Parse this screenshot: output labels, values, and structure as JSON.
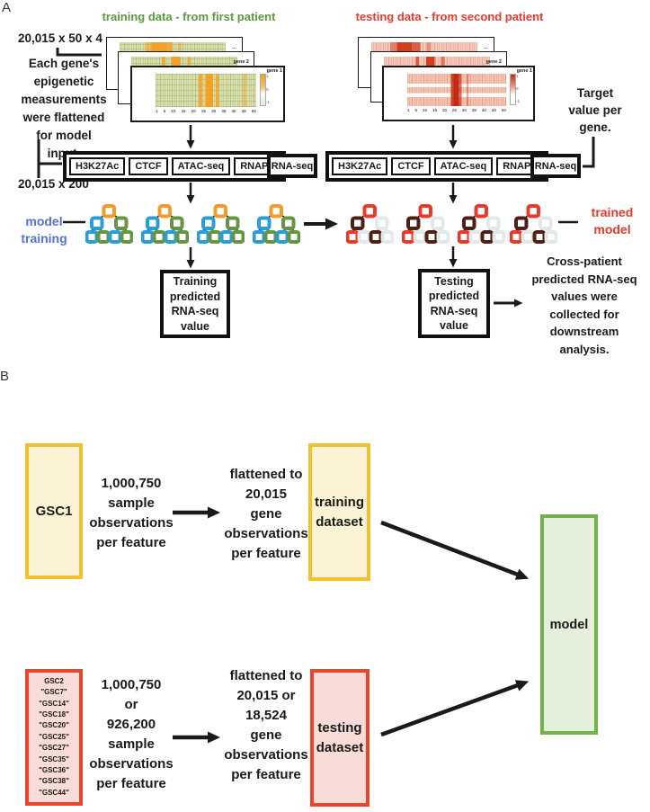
{
  "panel_a": {
    "label": "A",
    "training_title": "training data - from first patient",
    "testing_title": "testing data - from second patient",
    "dims_input": "20,015 x 50 x 4",
    "dims_flat": "20,015 x 200",
    "flatten_note": "Each gene's\nepigenetic\nmeasurements\nwere flattened\nfor model\ninput.",
    "target_note": "Target\nvalue per\ngene.",
    "model_training_label": "model\ntraining",
    "trained_model_label": "trained\nmodel",
    "training_pred_box": "Training\npredicted\nRNA-seq\nvalue",
    "testing_pred_box": "Testing\npredicted\nRNA-seq\nvalue",
    "collect_note": "Cross-patient\npredicted RNA-seq\nvalues were\ncollected for\ndownstream\nanalysis.",
    "features": [
      "H3K27Ac",
      "CTCF",
      "ATAC-seq",
      "RNAPII"
    ],
    "rnaseq_label": "RNA-seq",
    "heatmap": {
      "gene1_label": "gene 1",
      "gene2_label": "gene 2",
      "dots_label": "...",
      "x_ticks": [
        "1",
        "5",
        "10",
        "15",
        "20",
        "25",
        "30",
        "35",
        "40",
        "45",
        "50"
      ],
      "colorbar_ticks": [
        "1",
        "0",
        "-1"
      ]
    }
  },
  "panel_b": {
    "label": "B",
    "gsc1_label": "GSC1",
    "gsc_list": [
      "GSC2",
      "\"GSC7\"",
      "\"GSC14\"",
      "\"GSC18\"",
      "\"GSC20\"",
      "\"GSC25\"",
      "\"GSC27\"",
      "\"GSC35\"",
      "\"GSC36\"",
      "\"GSC38\"",
      "\"GSC44\""
    ],
    "train_samples": "1,000,750\nsample\nobservations\nper feature",
    "train_flatten": "flattened to\n20,015\ngene\nobservations\nper feature",
    "test_samples": "1,000,750\nor\n926,200\nsample\nobservations\nper feature",
    "test_flatten": "flattened to\n20,015 or\n18,524\ngene\nobservations\nper feature",
    "training_dataset_label": "training\ndataset",
    "testing_dataset_label": "testing\ndataset",
    "model_label": "model"
  },
  "colors": {
    "training_green": "#579b3d",
    "testing_red": "#e8392b",
    "model_blue": "#5472cf",
    "ink": "#1a1a1a",
    "tree_orange": "#f39b2d",
    "tree_blue": "#2a9dd4",
    "tree_green": "#669442",
    "tree_dark_brown": "#4e1f15",
    "tree_faded": "#e3e8e8",
    "box_yellow_border": "#f2c12e",
    "box_yellow_fill": "#fcf3d4",
    "box_red_border": "#e8452c",
    "box_red_fill": "#f9dcd7",
    "box_green_border": "#71b34a",
    "box_green_fill": "#e4f0d9",
    "heatmap_train_base": "#d9e0ad",
    "heatmap_train_hot": "#f4a024",
    "heatmap_test_base": "#f3c4b4",
    "heatmap_test_hot": "#c22a12"
  }
}
